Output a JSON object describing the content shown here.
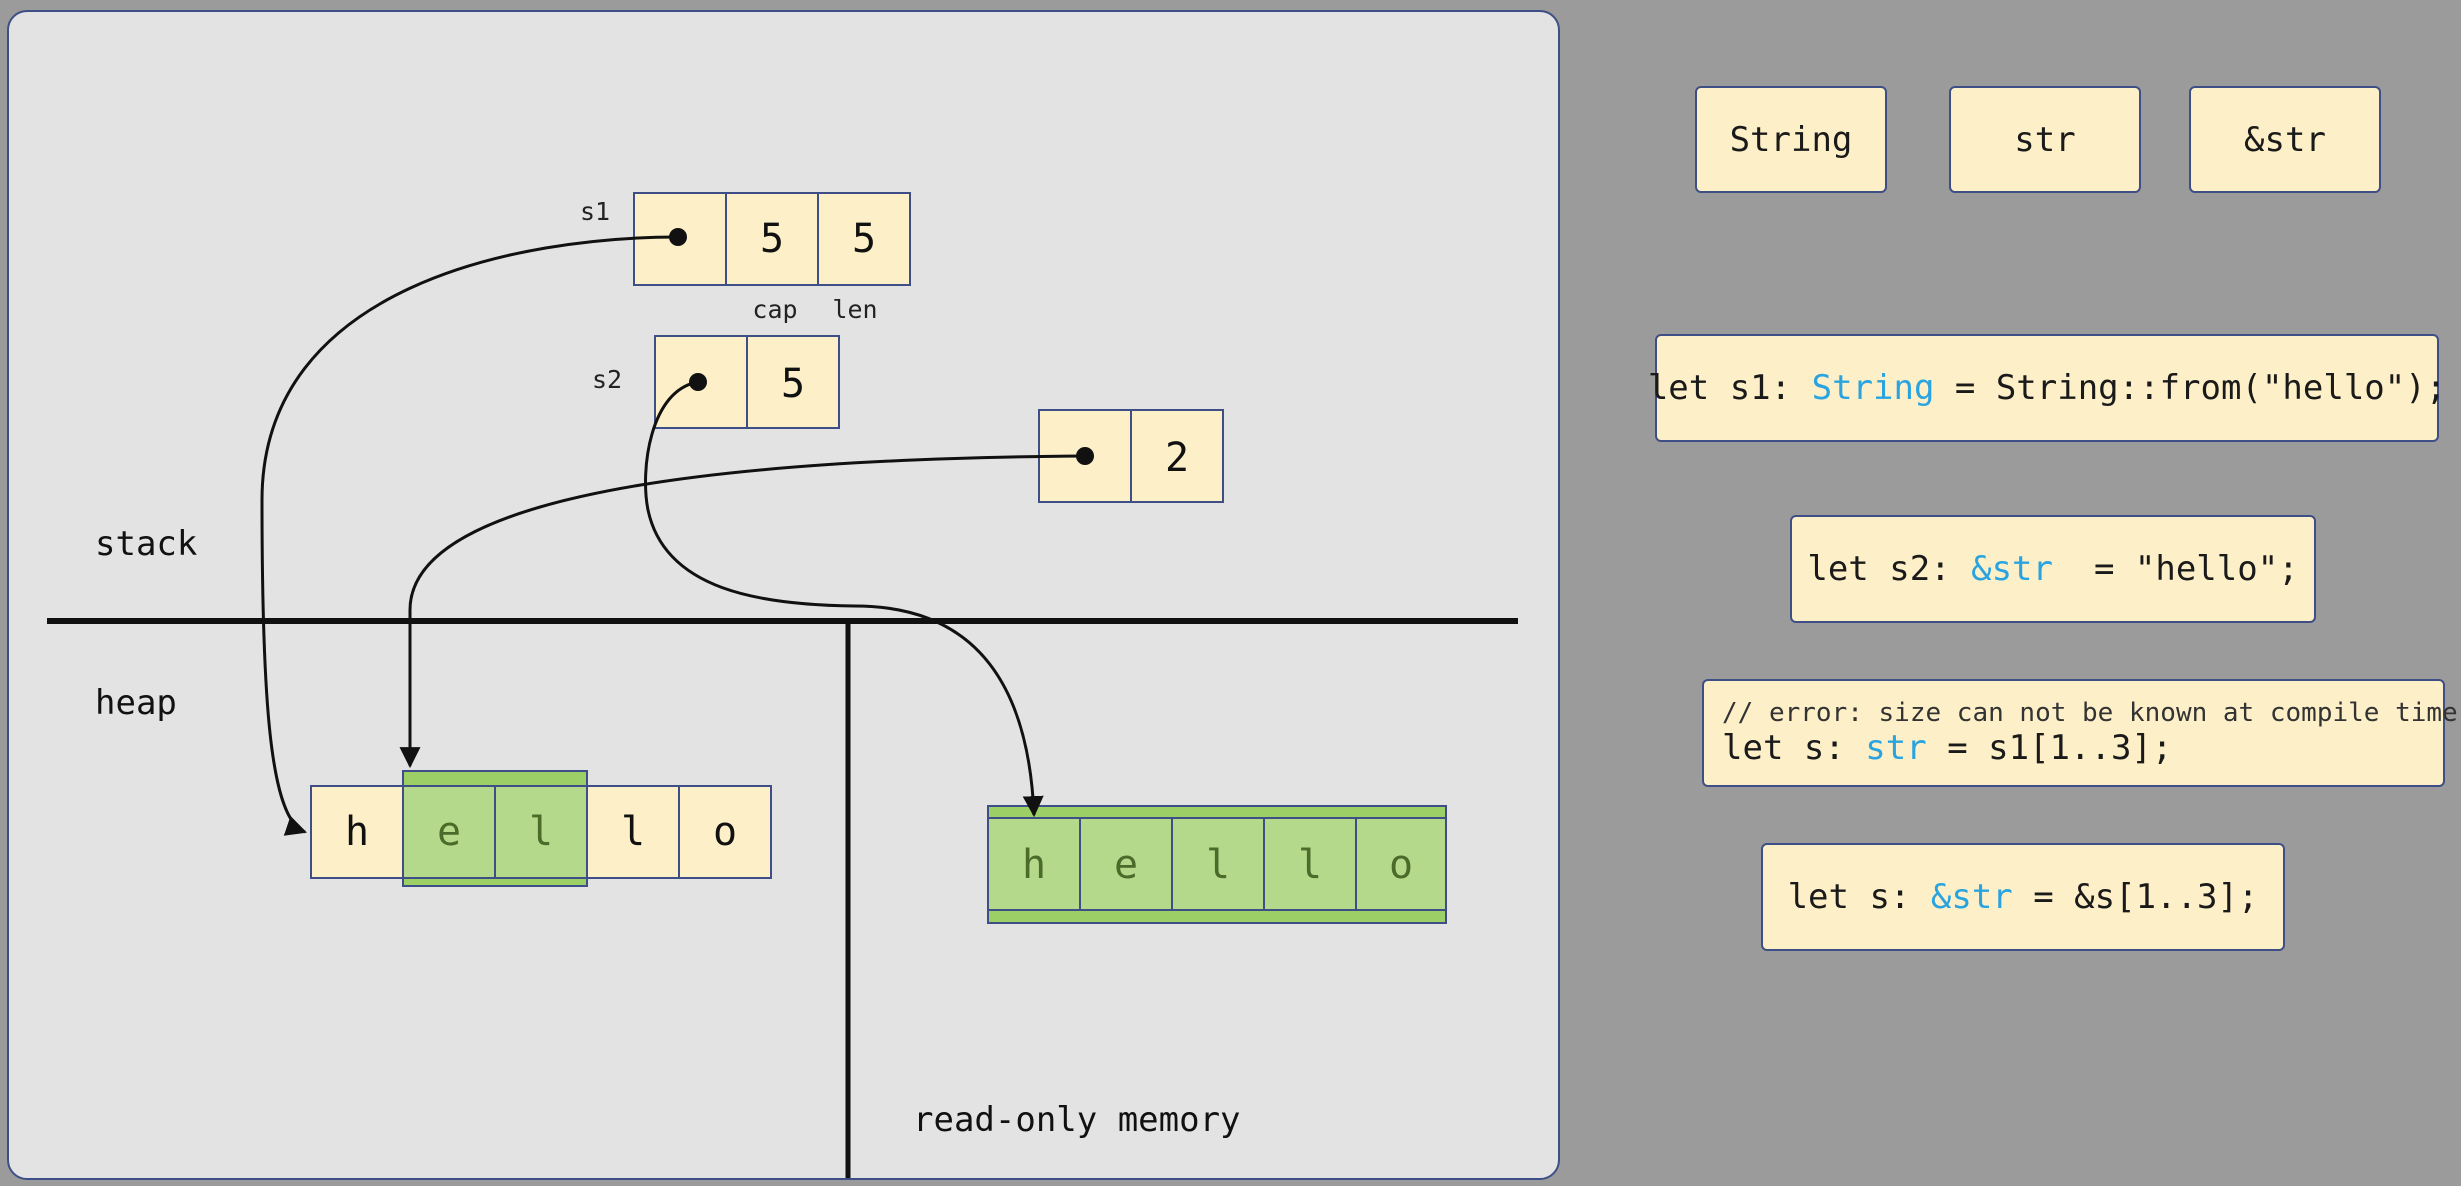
{
  "diagram": {
    "stack_label": "stack",
    "heap_label": "heap",
    "rom_label": "read-only memory",
    "s1": {
      "name": "s1",
      "cap": "5",
      "len": "5",
      "cap_label": "cap",
      "len_label": "len"
    },
    "s2": {
      "name": "s2",
      "len": "5"
    },
    "slice": {
      "len": "2"
    },
    "heap_chars": [
      "h",
      "e",
      "l",
      "l",
      "o"
    ],
    "rom_chars": [
      "h",
      "e",
      "l",
      "l",
      "o"
    ]
  },
  "types": [
    "String",
    "str",
    "&str"
  ],
  "code": {
    "line1": {
      "prefix": "let s1: ",
      "type": "String",
      "suffix": " = String::from(\"hello\");"
    },
    "line2": {
      "prefix": "let s2: ",
      "type": "&str",
      "suffix": "  = \"hello\";"
    },
    "line3": {
      "comment": "// error: size can not be known at compile time",
      "prefix": "let s: ",
      "type": "str",
      "suffix": " = s1[1..3];"
    },
    "line4": {
      "prefix": "let s: ",
      "type": "&str",
      "suffix": " = &s[1..3];"
    }
  },
  "colors": {
    "cell_fill": "#fdf0c8",
    "highlight_fill": "#9cd067",
    "border": "#3d4f86",
    "type_keyword": "#2aa4e0",
    "background": "#9b9b9b",
    "panel": "#e3e3e3"
  }
}
